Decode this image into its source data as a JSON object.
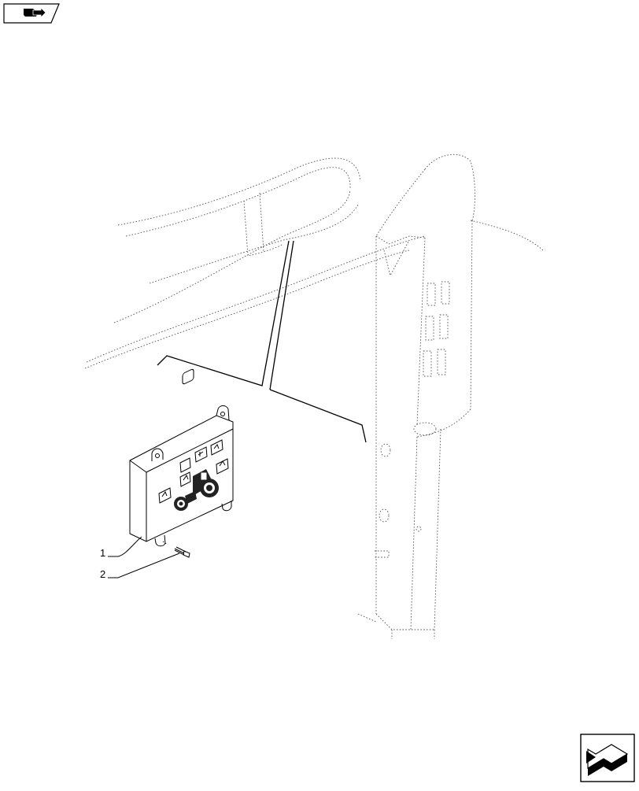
{
  "navigation": {
    "top_left_icon": "previous-page-arrow-icon",
    "bottom_right_icon": "next-page-arrow-icon"
  },
  "callouts": [
    {
      "number": "1",
      "part": "control-panel-module"
    },
    {
      "number": "2",
      "part": "screw"
    }
  ],
  "colors": {
    "line": "#000000",
    "phantom_line": "#555555",
    "background": "#ffffff"
  }
}
